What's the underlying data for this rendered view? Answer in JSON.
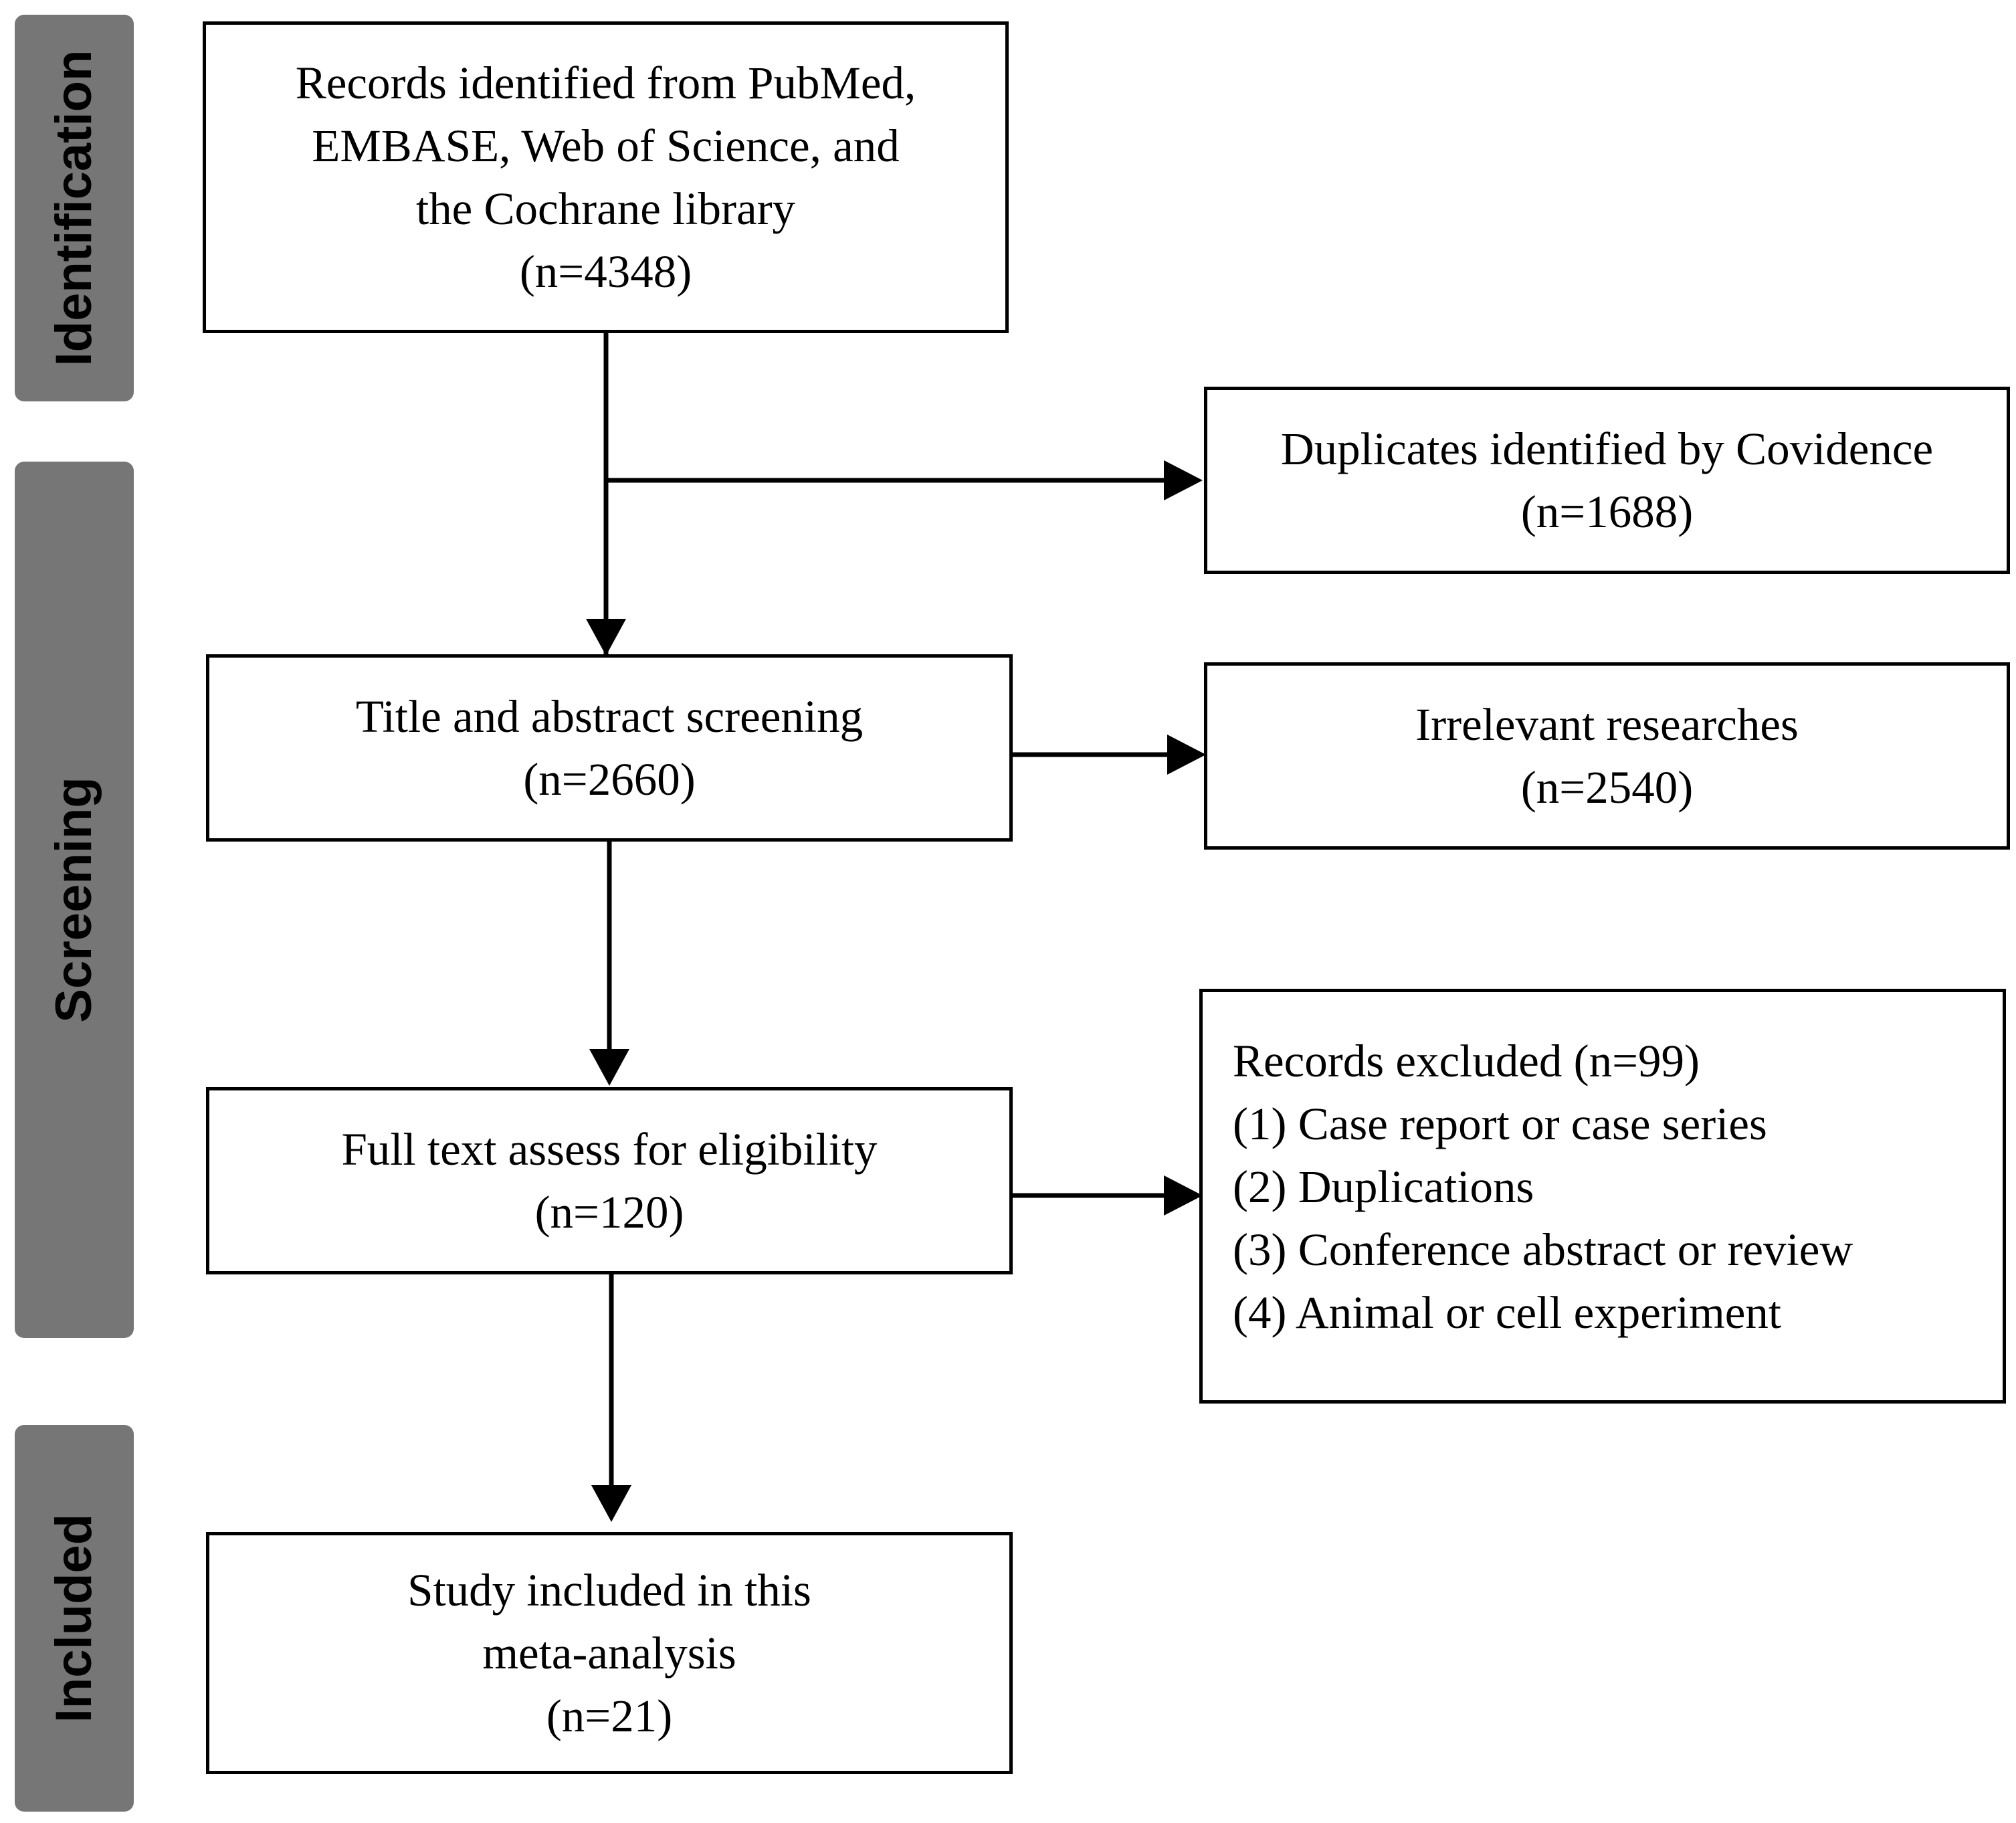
{
  "phases": [
    {
      "id": "identification",
      "label": "Identification"
    },
    {
      "id": "screening",
      "label": "Screening"
    },
    {
      "id": "included",
      "label": "Included"
    }
  ],
  "boxes": {
    "records_identified": {
      "lines": [
        "Records identified from PubMed,",
        "EMBASE, Web of Science, and",
        "the Cochrane library",
        "(n=4348)"
      ]
    },
    "duplicates": {
      "lines": [
        "Duplicates identified by Covidence",
        "(n=1688)"
      ]
    },
    "title_abstract": {
      "lines": [
        "Title and abstract screening",
        "(n=2660)"
      ]
    },
    "irrelevant": {
      "lines": [
        "Irrelevant researches",
        "(n=2540)"
      ]
    },
    "full_text": {
      "lines": [
        "Full text assess for eligibility",
        "(n=120)"
      ]
    },
    "records_excluded": {
      "lines": [
        "Records excluded (n=99)",
        "(1) Case report or case series",
        "(2) Duplications",
        "(3) Conference abstract or review",
        "(4) Animal or cell experiment"
      ]
    },
    "study_included": {
      "lines": [
        "Study included in this",
        "meta-analysis",
        "(n=21)"
      ]
    }
  },
  "colors": {
    "phase_fill": "#767676",
    "line": "#000000",
    "box_border": "#000000"
  }
}
